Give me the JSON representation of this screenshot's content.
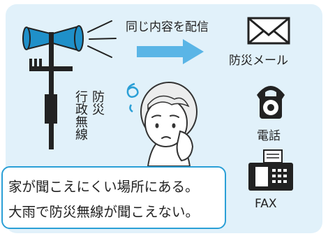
{
  "broadcast_caption": "同じ内容を配信",
  "channels": {
    "email": "防災メール",
    "telephone": "電話",
    "fax": "FAX"
  },
  "tower_label": {
    "column_1": "防災",
    "column_2": "行政無線"
  },
  "problem_callout": {
    "line_1": "家が聞こえにくい場所にある。",
    "line_2": "大雨で防災無線が聞こえない。"
  },
  "colors": {
    "panel_background": "#e1f1fa",
    "arrow": "#5ab5e6",
    "callout_border": "#2a9fd6",
    "speaker_fill": "#1f90c9"
  },
  "icons": [
    "speaker-horn-icon",
    "envelope-icon",
    "telephone-icon",
    "fax-machine-icon",
    "confusion-swirl-icon"
  ]
}
